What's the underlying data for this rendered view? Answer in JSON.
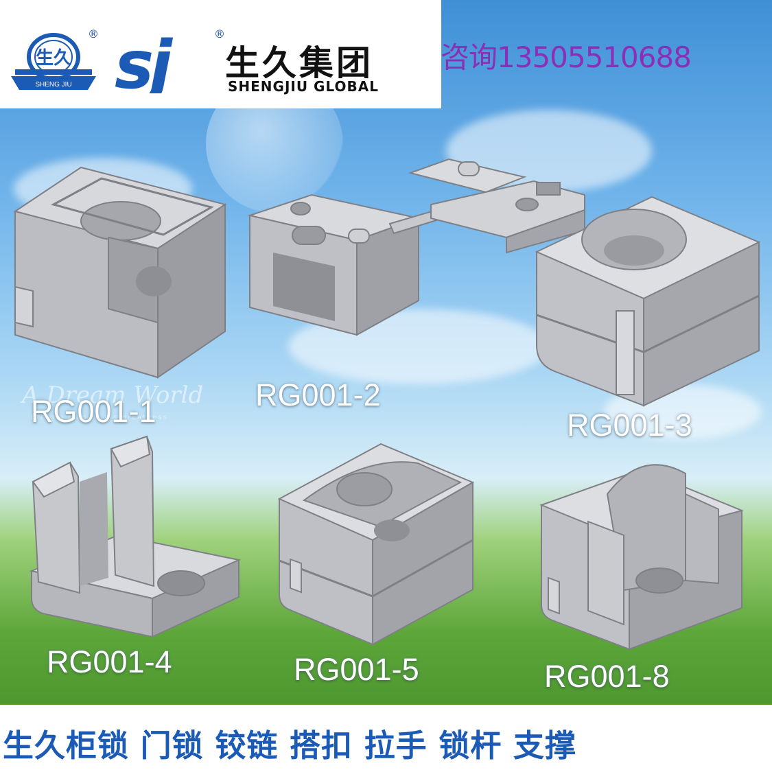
{
  "header": {
    "logo_text": "生久",
    "logo_sub": "SHENG JIU",
    "sj_mark": "sj",
    "registered": "®",
    "brand_cn": "生久集团",
    "brand_en": "SHENGJIU GLOBAL",
    "contact": "咨询13505510688"
  },
  "watermark": {
    "title": "A Dream World",
    "subtitle": "bring a man to his greatness"
  },
  "products": [
    {
      "label": "RG001-1"
    },
    {
      "label": "RG001-2"
    },
    {
      "label": "RG001-3"
    },
    {
      "label": "RG001-4"
    },
    {
      "label": "RG001-5"
    },
    {
      "label": "RG001-8"
    }
  ],
  "footer": {
    "text": "生久柜锁 门锁 铰链 搭扣 拉手 锁杆 支撑"
  },
  "colors": {
    "brand_blue": "#1b5bb5",
    "contact_purple": "#8a2fb6",
    "part_gray": "#b9babe"
  }
}
